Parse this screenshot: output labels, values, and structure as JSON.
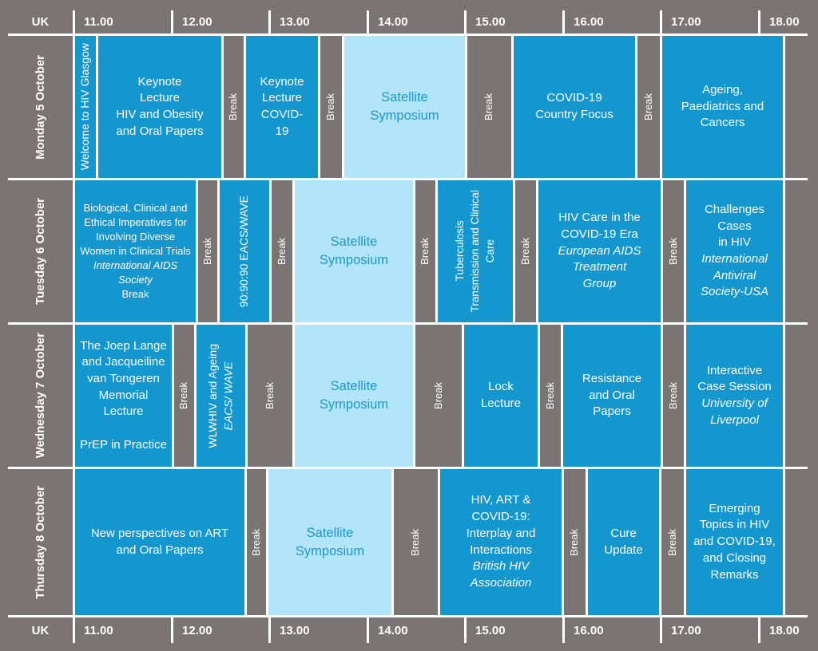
{
  "timetable": {
    "timezone_label": "UK",
    "times": [
      "11.00",
      "12.00",
      "13.00",
      "14.00",
      "15.00",
      "16.00",
      "17.00",
      "18.00"
    ],
    "break_label": "Break",
    "colors": {
      "session_blue": "#1397CE",
      "satellite_light_blue": "#B2E5FA",
      "grid_gray": "#7A7474",
      "satellite_text_blue": "#1E97C9",
      "text_white": "#FFFFFF"
    },
    "days": [
      {
        "label": "Monday 5 October",
        "sessions": {
          "welcome": {
            "lines": [
              {
                "t": "Welcome to HIV Glasgow"
              }
            ]
          },
          "keynote_obesity": {
            "lines": [
              {
                "t": "Keynote"
              },
              {
                "t": "Lecture"
              },
              {
                "t": "HIV and Obesity"
              },
              {
                "t": "and Oral Papers"
              }
            ]
          },
          "keynote_covid": {
            "lines": [
              {
                "t": "Keynote"
              },
              {
                "t": "Lecture"
              },
              {
                "t": "COVID-"
              },
              {
                "t": "19"
              }
            ]
          },
          "satellite": {
            "lines": [
              {
                "t": "Satellite"
              },
              {
                "t": "Symposium"
              }
            ]
          },
          "covid_country": {
            "lines": [
              {
                "t": "COVID-19"
              },
              {
                "t": "Country Focus"
              }
            ]
          },
          "ageing": {
            "lines": [
              {
                "t": "Ageing,"
              },
              {
                "t": "Paediatrics and"
              },
              {
                "t": "Cancers"
              }
            ]
          }
        }
      },
      {
        "label": "Tuesday 6 October",
        "sessions": {
          "diverse_women": {
            "lines": [
              {
                "t": "Biological, Clinical and"
              },
              {
                "t": "Ethical Imperatives for"
              },
              {
                "t": "Involving Diverse"
              },
              {
                "t": "Women in Clinical Trials"
              },
              {
                "t": "International AIDS",
                "i": true
              },
              {
                "t": "Society",
                "i": true
              },
              {
                "t": "Break"
              }
            ]
          },
          "eacs_wave": {
            "lines": [
              {
                "t": "90:90:90 EACS/WAVE"
              }
            ]
          },
          "satellite": {
            "lines": [
              {
                "t": "Satellite"
              },
              {
                "t": "Symposium"
              }
            ]
          },
          "tuberculosis": {
            "lines": [
              {
                "t": "Tuberculosis"
              },
              {
                "t": "Transmission and Clinical"
              },
              {
                "t": "Care"
              }
            ]
          },
          "hiv_care": {
            "lines": [
              {
                "t": "HIV Care in the"
              },
              {
                "t": "COVID-19 Era"
              },
              {
                "t": "European AIDS",
                "i": true
              },
              {
                "t": "Treatment",
                "i": true
              },
              {
                "t": "Group",
                "i": true
              }
            ]
          },
          "challenges": {
            "lines": [
              {
                "t": "Challenges"
              },
              {
                "t": "Cases"
              },
              {
                "t": "in HIV"
              },
              {
                "t": "International",
                "i": true
              },
              {
                "t": "Antiviral",
                "i": true
              },
              {
                "t": "Society-USA",
                "i": true
              }
            ]
          }
        }
      },
      {
        "label": "Wednesday 7 October",
        "sessions": {
          "memorial": {
            "lines": [
              {
                "t": "The Joep Lange"
              },
              {
                "t": "and Jacqueiline"
              },
              {
                "t": "van Tongeren"
              },
              {
                "t": "Memorial"
              },
              {
                "t": "Lecture"
              },
              {
                "t": ""
              },
              {
                "t": "PrEP in Practice"
              }
            ]
          },
          "wlwhiv": {
            "lines": [
              {
                "t": "WLWHIV and Ageing"
              },
              {
                "t": "EACS/ WAVE",
                "i": true
              }
            ]
          },
          "satellite": {
            "lines": [
              {
                "t": "Satellite"
              },
              {
                "t": "Symposium"
              }
            ]
          },
          "lock": {
            "lines": [
              {
                "t": "Lock"
              },
              {
                "t": "Lecture"
              }
            ]
          },
          "resistance": {
            "lines": [
              {
                "t": "Resistance"
              },
              {
                "t": "and Oral"
              },
              {
                "t": "Papers"
              }
            ]
          },
          "interactive": {
            "lines": [
              {
                "t": "Interactive"
              },
              {
                "t": "Case Session"
              },
              {
                "t": "University of",
                "i": true
              },
              {
                "t": "Liverpool",
                "i": true
              }
            ]
          }
        }
      },
      {
        "label": "Thursday 8 October",
        "sessions": {
          "new_perspectives": {
            "lines": [
              {
                "t": "New perspectives on ART"
              },
              {
                "t": "and Oral Papers"
              }
            ]
          },
          "satellite": {
            "lines": [
              {
                "t": "Satellite"
              },
              {
                "t": "Symposium"
              }
            ]
          },
          "hiv_art_covid": {
            "lines": [
              {
                "t": "HIV, ART &"
              },
              {
                "t": "COVID-19:"
              },
              {
                "t": "Interplay and"
              },
              {
                "t": "Interactions"
              },
              {
                "t": "British HIV",
                "i": true
              },
              {
                "t": "Association",
                "i": true
              }
            ]
          },
          "cure_update": {
            "lines": [
              {
                "t": "Cure"
              },
              {
                "t": "Update"
              }
            ]
          },
          "emerging": {
            "lines": [
              {
                "t": "Emerging"
              },
              {
                "t": "Topics in HIV"
              },
              {
                "t": "and COVID-19,"
              },
              {
                "t": "and Closing"
              },
              {
                "t": "Remarks"
              }
            ]
          }
        }
      }
    ]
  }
}
